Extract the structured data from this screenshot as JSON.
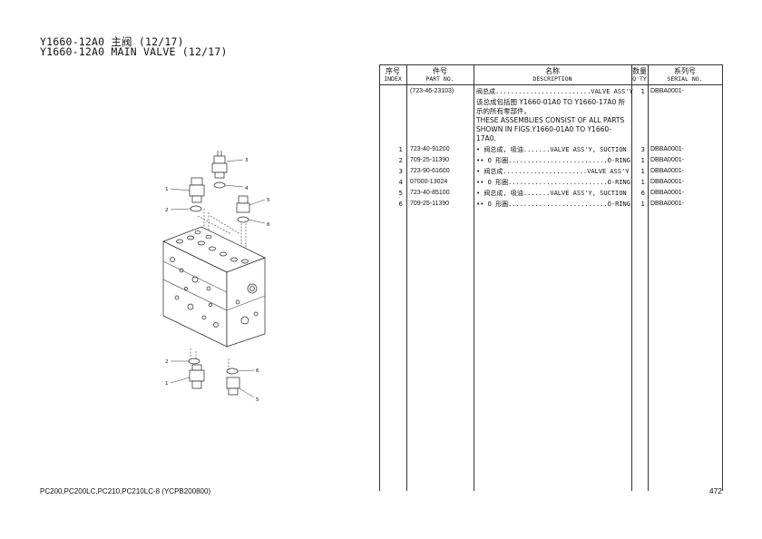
{
  "title": {
    "chinese": "Y1660-12A0 主阀 (12/17)",
    "english": "Y1660-12A0 MAIN VALVE (12/17)"
  },
  "table": {
    "headers": {
      "index_cn": "序号",
      "index_en": "INDEX",
      "part_cn": "件号",
      "part_en": "PART NO.",
      "desc_cn": "名称",
      "desc_en": "DESCRIPTION",
      "qty_cn": "数量",
      "qty_en": "Q'TY",
      "serial_cn": "系列号",
      "serial_en": "SERIAL NO."
    },
    "assembly": {
      "part": "(723-46-23103)",
      "desc": "阀总成.........................VALVE ASS'Y",
      "qty": "1",
      "serial": "DBBA0001-",
      "note_cn": "该总成包括图 Y1660-01A0 TO Y1660-17A0 所示的所有零部件。",
      "note_en": "THESE ASSEMBLIES CONSIST OF ALL PARTS SHOWN IN FIGS.Y1660-01A0 TO Y1660-17A0."
    },
    "rows": [
      {
        "index": "1",
        "part": "723-40-91200",
        "desc": "• 阀总成, 吸油.......VALVE ASS'Y, SUCTION",
        "qty": "3",
        "serial": "DBBA0001-"
      },
      {
        "index": "2",
        "part": "709-25-11390",
        "desc": "•• O 形圈..........................O-RING",
        "qty": "1",
        "serial": "DBBA0001-"
      },
      {
        "index": "3",
        "part": "723-90-61600",
        "desc": "• 阀总成......................VALVE ASS'Y",
        "qty": "1",
        "serial": "DBBA0001-"
      },
      {
        "index": "4",
        "part": "07000-13024",
        "desc": "•• O 形圈..........................O-RING",
        "qty": "1",
        "serial": "DBBA0001-"
      },
      {
        "index": "5",
        "part": "723-40-85100",
        "desc": "• 阀总成, 吸油.......VALVE ASS'Y, SUCTION",
        "qty": "6",
        "serial": "DBBA0001-"
      },
      {
        "index": "6",
        "part": "709-25-11390",
        "desc": "•• O 形圈..........................O-RING",
        "qty": "1",
        "serial": "DBBA0001-"
      }
    ]
  },
  "diagram": {
    "callouts": [
      "1",
      "2",
      "3",
      "4",
      "5",
      "6",
      "2",
      "1",
      "6",
      "5"
    ]
  },
  "footer": {
    "models": "PC200,PC200LC,PC210,PC210LC-8 (YCPB200800)",
    "page": "472"
  }
}
